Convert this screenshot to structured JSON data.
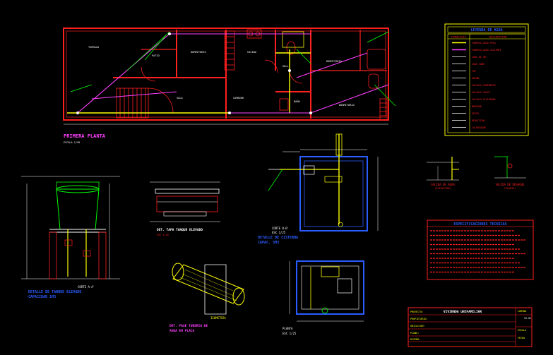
{
  "colors": {
    "background": "#000000",
    "wall": "#ff2020",
    "pipe_cold": "#ffff00",
    "pipe_magenta": "#ff40ff",
    "line_green": "#00ff00",
    "line_cyan": "#00ffff",
    "dim_white": "#ffffff",
    "title_blue": "#2a5cff",
    "frame_yellow": "#ffff00"
  },
  "plan": {
    "title": "PRIMERA PLANTA",
    "scale": "ESCALA 1/50",
    "rooms": [
      "TERRAZA",
      "DORMITORIO",
      "COCINA",
      "HALL",
      "DORMITORIO",
      "SALA",
      "COMEDOR",
      "BAÑO",
      "PATIO",
      "DORMITORIO"
    ]
  },
  "legend": {
    "title": "LEYENDA DE AGUA",
    "col1": "SIMBOLOGIA",
    "col2": "DESCRIPCION",
    "rows": [
      "TUBERIA AGUA FRIA",
      "TUBERIA AGUA CALIENTE",
      "CODO DE 90°",
      "CODO SUBE",
      "TEE",
      "UNION",
      "VALVULA COMPUERTA",
      "VALVULA CHECK",
      "VALVULA FLOTADORA",
      "MEDIDOR",
      "GRIFO",
      "REDUCCION",
      "CALENTADOR"
    ]
  },
  "details": {
    "water_out": "SALIDA DE AGUA",
    "water_out_sub": "(ELEVACION)",
    "drain_out": "SALIDA DE DESAGUE",
    "drain_out_sub": "(PLANTA)",
    "tank_title": "DETALLE DE TANQUE ELEVADO",
    "tank_cap": "CAPACIDAD 1M3",
    "tank_cut": "CORTE A-A'",
    "lid_title": "DET. TAPA TANQUE ELEVADO",
    "lid_scale": "ESC 1/10",
    "cistern_title": "DETALLE DE CISTERNA",
    "cistern_cap": "CAPAC. 5M3",
    "cistern_cut": "CORTE B-B'",
    "cistern_scale": "ESC 1/25",
    "pipe_title": "DET. PASE TUBERIA DE",
    "pipe_title2": "AGUA EN PLACA",
    "pipe_label": "ISOMETRIA",
    "plan_det": "PLANTA",
    "plan_det_scale": "ESC 1/25"
  },
  "specs": {
    "title": "ESPECIFICACIONES TECNICAS",
    "lines": 10
  },
  "titleblock": {
    "project": "VIVIENDA UNIFAMILIAR",
    "labels": [
      "PROYECTO:",
      "PROPIETARIO:",
      "UBICACION:",
      "PLANO:",
      "DISEÑO:"
    ],
    "right": [
      "LAMINA",
      "IS-01",
      "ESCALA",
      "FECHA"
    ]
  }
}
